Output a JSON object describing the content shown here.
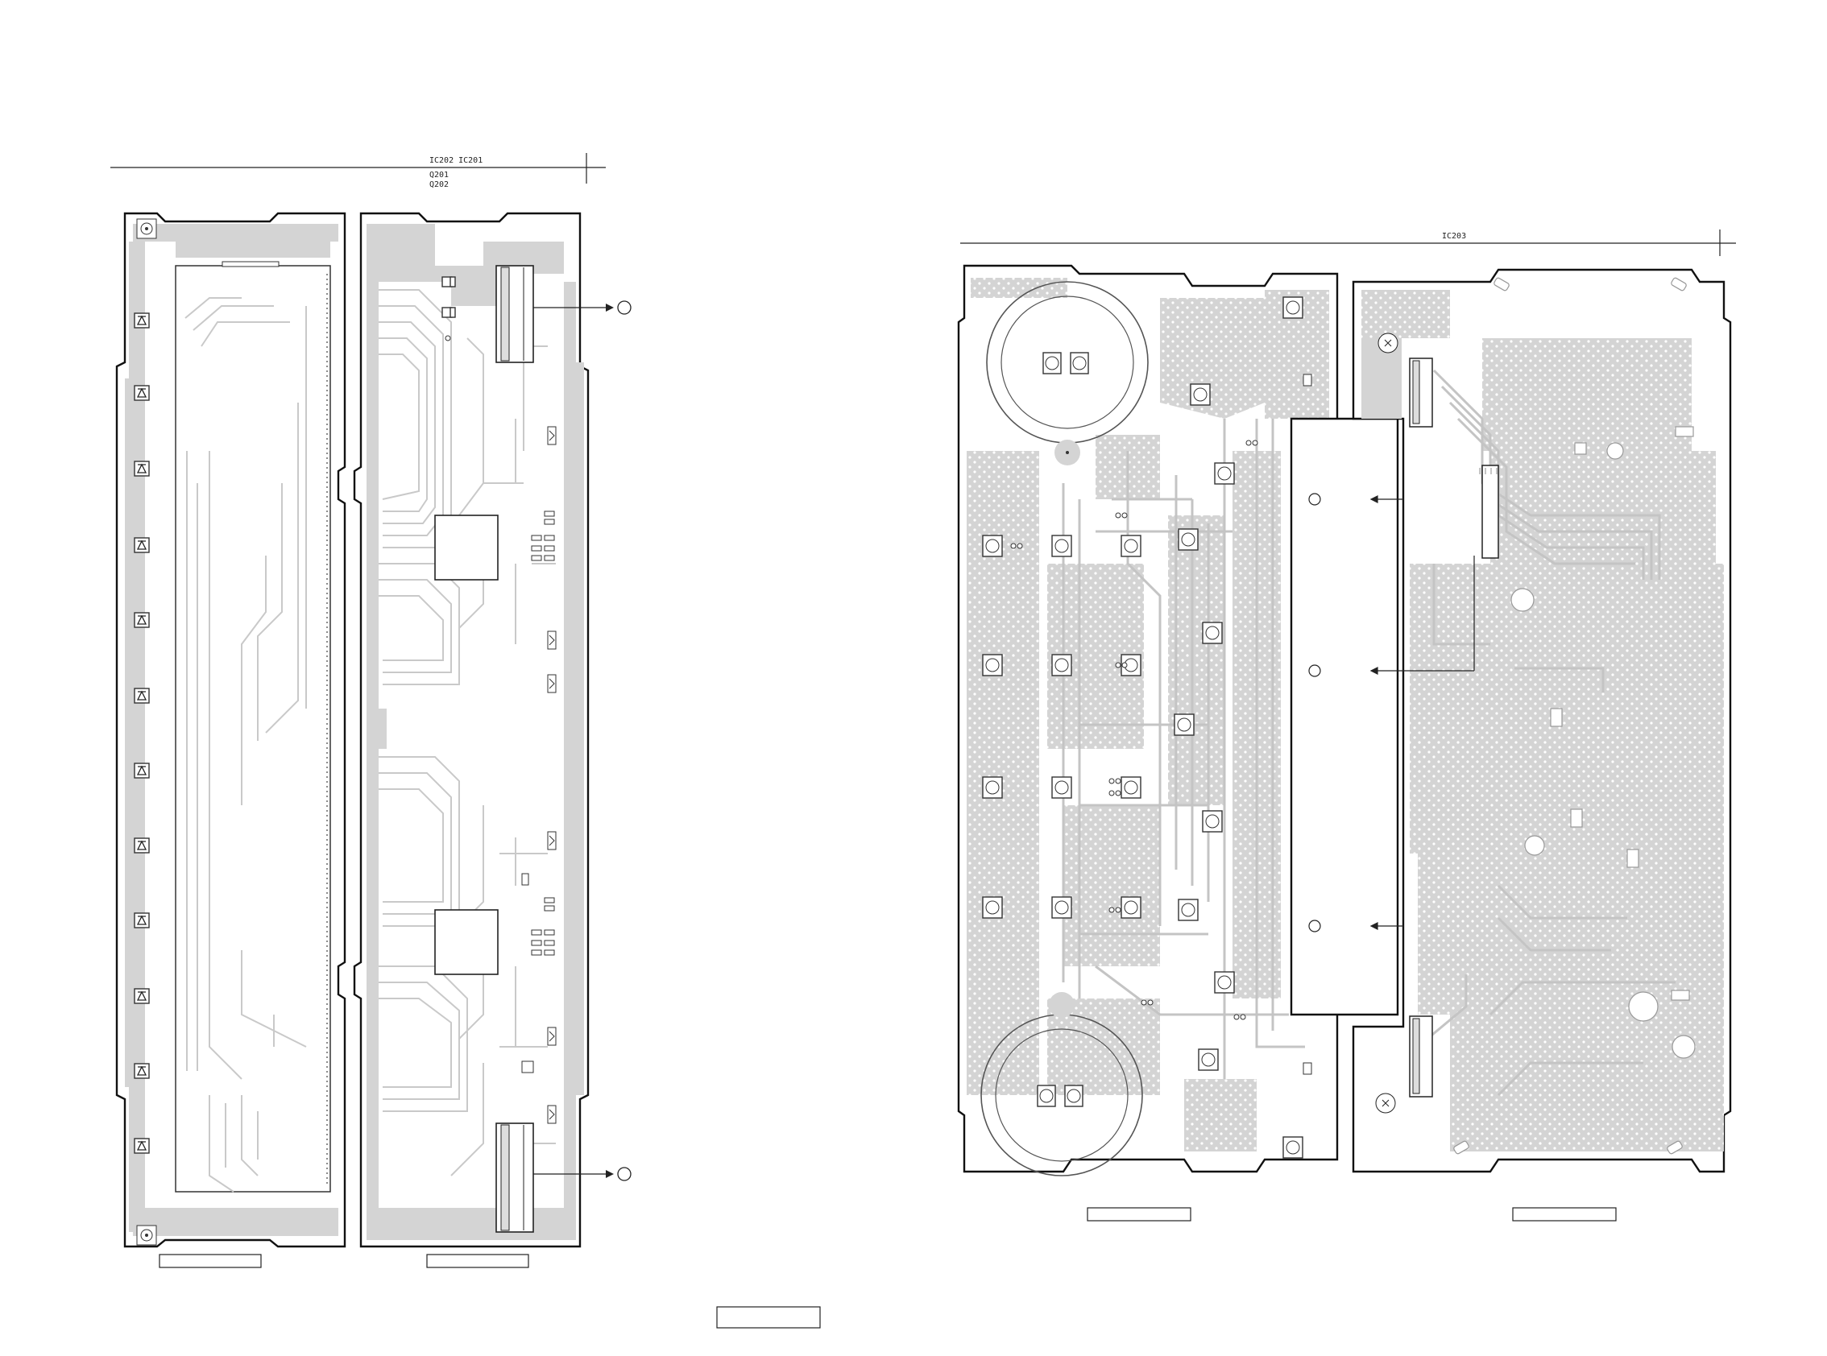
{
  "labels": {
    "left_header_ic": "IC202    IC201",
    "left_header_q1": "Q201",
    "left_header_q2": "Q202",
    "right_header_ic": "IC203"
  },
  "icons": {
    "connector_marker": "circle-terminal-icon",
    "arrow": "arrow-right-icon",
    "diode": "diode-icon",
    "switch": "tact-switch-icon",
    "led": "led-icon",
    "knob": "rotary-encoder-icon",
    "mount": "screw-hole-icon"
  },
  "colors": {
    "board_outline": "#111111",
    "copper_plane": "#d4d4d4",
    "background": "#ffffff"
  }
}
